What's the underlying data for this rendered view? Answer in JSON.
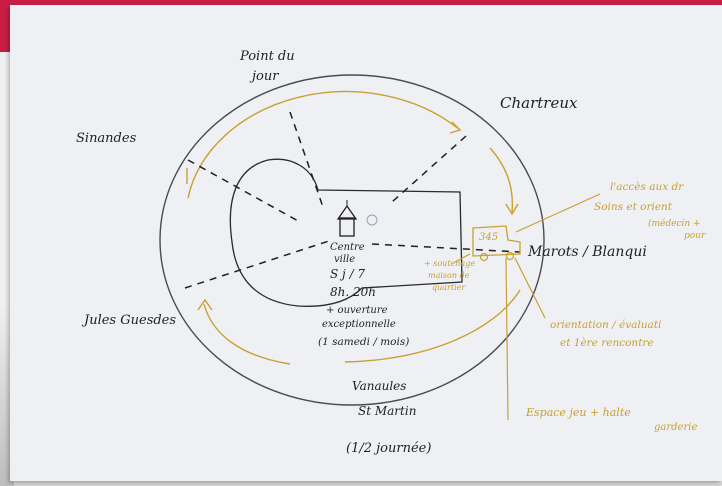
{
  "sketch": {
    "labels": {
      "north_line1": "Point du",
      "north_line2": "jour",
      "northeast": "Chartreux",
      "northwest": "Sinandes",
      "west": "Jules Guesdes",
      "east": "Marots / Blanqui",
      "center_line1": "Centre",
      "center_line2": "ville",
      "center_line3": "S j / 7",
      "center_line4": "8h. 20h",
      "center_line5": "+ ouverture",
      "center_line6": "exceptionnelle",
      "center_line7": "(1 samedi / mois)",
      "south_line1": "Vanaules",
      "south_line2": "St Martin",
      "south_line3": "(1/2 journée)",
      "van_number": "345"
    },
    "annotations": {
      "top_right_line1": "l'accès aux dr",
      "top_right_line2": "Soins et orient",
      "top_right_line3": "(médecin +",
      "top_right_line4": "pour",
      "mid_right_line1": "orientation / évaluati",
      "mid_right_line2": "et 1ère rencontre",
      "bottom_right_line1": "Espace jeu + halte",
      "bottom_right_line2": "garderie",
      "left_box_line1": "+ soutenage",
      "left_box_line2": "maison de",
      "left_box_line3": "quartier"
    },
    "colors": {
      "ink": "#1f1f24",
      "ochre": "#c9a032",
      "paper": "#eef0f3",
      "accent": "#c81e46"
    }
  }
}
